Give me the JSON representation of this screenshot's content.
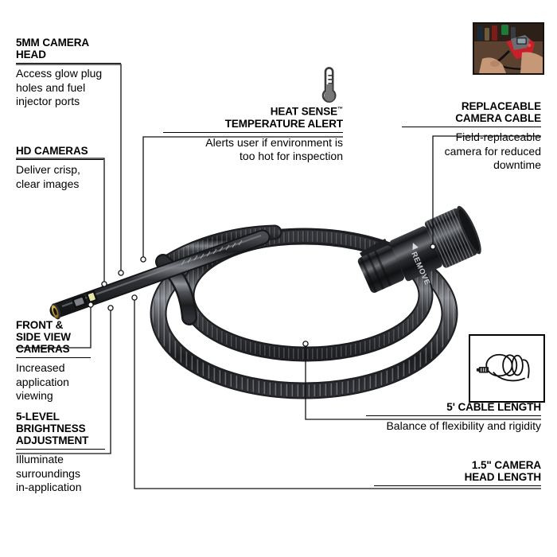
{
  "page": {
    "title": "Inspection Camera Cable Feature Callouts",
    "background": "#ffffff",
    "accent": "#000000"
  },
  "callouts": [
    {
      "id": "5mm-camera-head",
      "heading": "5MM CAMERA\nHEAD",
      "body": "Access glow plug\nholes and fuel\ninjector ports",
      "align": "left"
    },
    {
      "id": "hd-cameras",
      "heading": "HD CAMERAS",
      "body": "Deliver crisp,\nclear images",
      "align": "left"
    },
    {
      "id": "front-side-view-cameras",
      "heading": "FRONT &\nSIDE VIEW\nCAMERAS",
      "body": "Increased\napplication\nviewing",
      "align": "left"
    },
    {
      "id": "brightness-adjustment",
      "heading": "5-LEVEL\nBRIGHTNESS\nADJUSTMENT",
      "body": "Illuminate\nsurroundings\nin-application",
      "align": "left"
    },
    {
      "id": "heat-sense",
      "heading": "HEAT SENSE",
      "heading_line2": "TEMPERATURE ALERT",
      "trademark": "™",
      "body": "Alerts user if environment is\ntoo hot for inspection",
      "align": "right"
    },
    {
      "id": "replaceable-camera-cable",
      "heading": "REPLACEABLE\nCAMERA CABLE",
      "body": "Field-replaceable\ncamera for reduced\ndowntime",
      "align": "right"
    },
    {
      "id": "cable-length",
      "heading": "5' CABLE LENGTH",
      "body": "Balance of flexibility and rigidity",
      "align": "right"
    },
    {
      "id": "camera-head-length",
      "heading": "1.5\" CAMERA\nHEAD LENGTH",
      "body": "",
      "align": "right"
    }
  ],
  "product": {
    "connector_label": "REMOVE",
    "description": "Coiled black flexible inspection camera cable with metal connector and 5mm camera head"
  },
  "icons": {
    "thermometer": "thermometer-icon",
    "cable_loop": "cable-loop-icon",
    "product_photo": "product-in-use-photo"
  },
  "colors": {
    "rule": "#000000",
    "leader": "#1a1a1a",
    "cable_dark": "#26272a",
    "cable_mid": "#4a4c50",
    "cable_light": "#8d9096",
    "lens_gold": "#c8a63c",
    "tool_red": "#c8202a"
  }
}
